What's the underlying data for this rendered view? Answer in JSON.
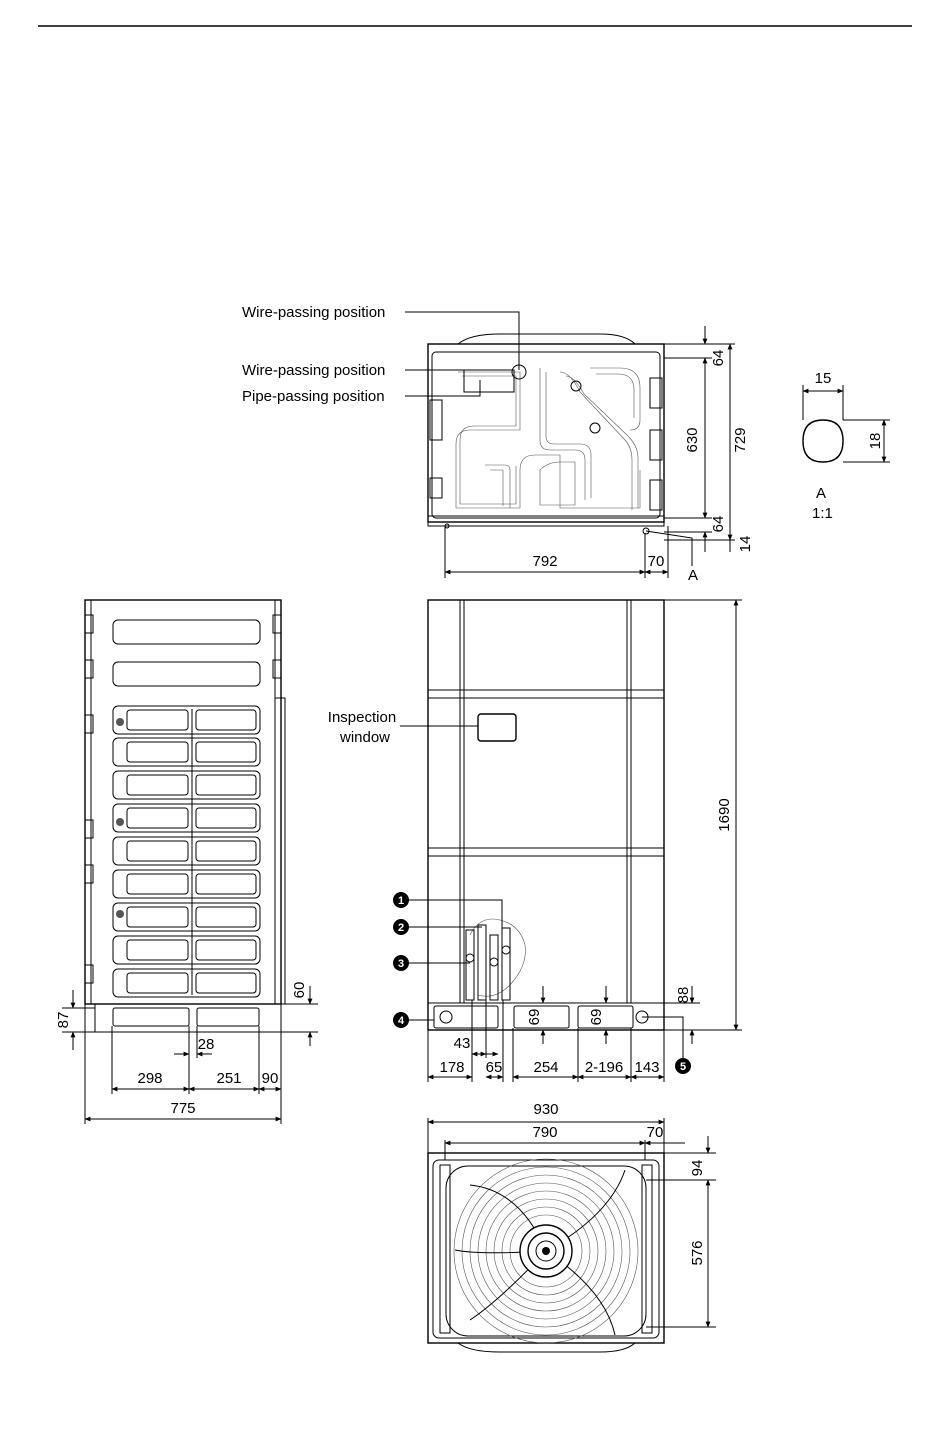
{
  "labels": {
    "wire_passing_1": "Wire-passing position",
    "wire_passing_2": "Wire-passing position",
    "pipe_passing": "Pipe-passing position",
    "inspection_window_line1": "Inspection",
    "inspection_window_line2": "window",
    "detail_letter": "A",
    "detail_scale": "1:1",
    "section_marker": "A"
  },
  "callouts": [
    "1",
    "2",
    "3",
    "4",
    "5"
  ],
  "dimensions": {
    "top_view": {
      "top_offset": "64",
      "inner_depth": "630",
      "total_depth": "729",
      "bottom_offset": "64",
      "edge_offset": "14",
      "hole_span": "792",
      "side_offset": "70"
    },
    "detail_a": {
      "width": "15",
      "height": "18"
    },
    "side_view": {
      "base_height": "60",
      "foot_height": "87",
      "slot_gap": "28",
      "left_segment": "298",
      "mid_segment": "251",
      "right_segment": "90",
      "total_depth": "775"
    },
    "front_view": {
      "total_height": "1690",
      "base_offset_right": "88",
      "slot_height_1": "69",
      "slot_height_2": "69",
      "pipe_offset": "43",
      "left_span": "178",
      "pipe_gap": "65",
      "mid_span": "254",
      "slot_pitch": "2-196",
      "right_span": "143"
    },
    "bottom_view": {
      "overall_width": "930",
      "inner_width": "790",
      "side_offset": "70",
      "top_offset": "94",
      "fan_height": "576"
    }
  }
}
